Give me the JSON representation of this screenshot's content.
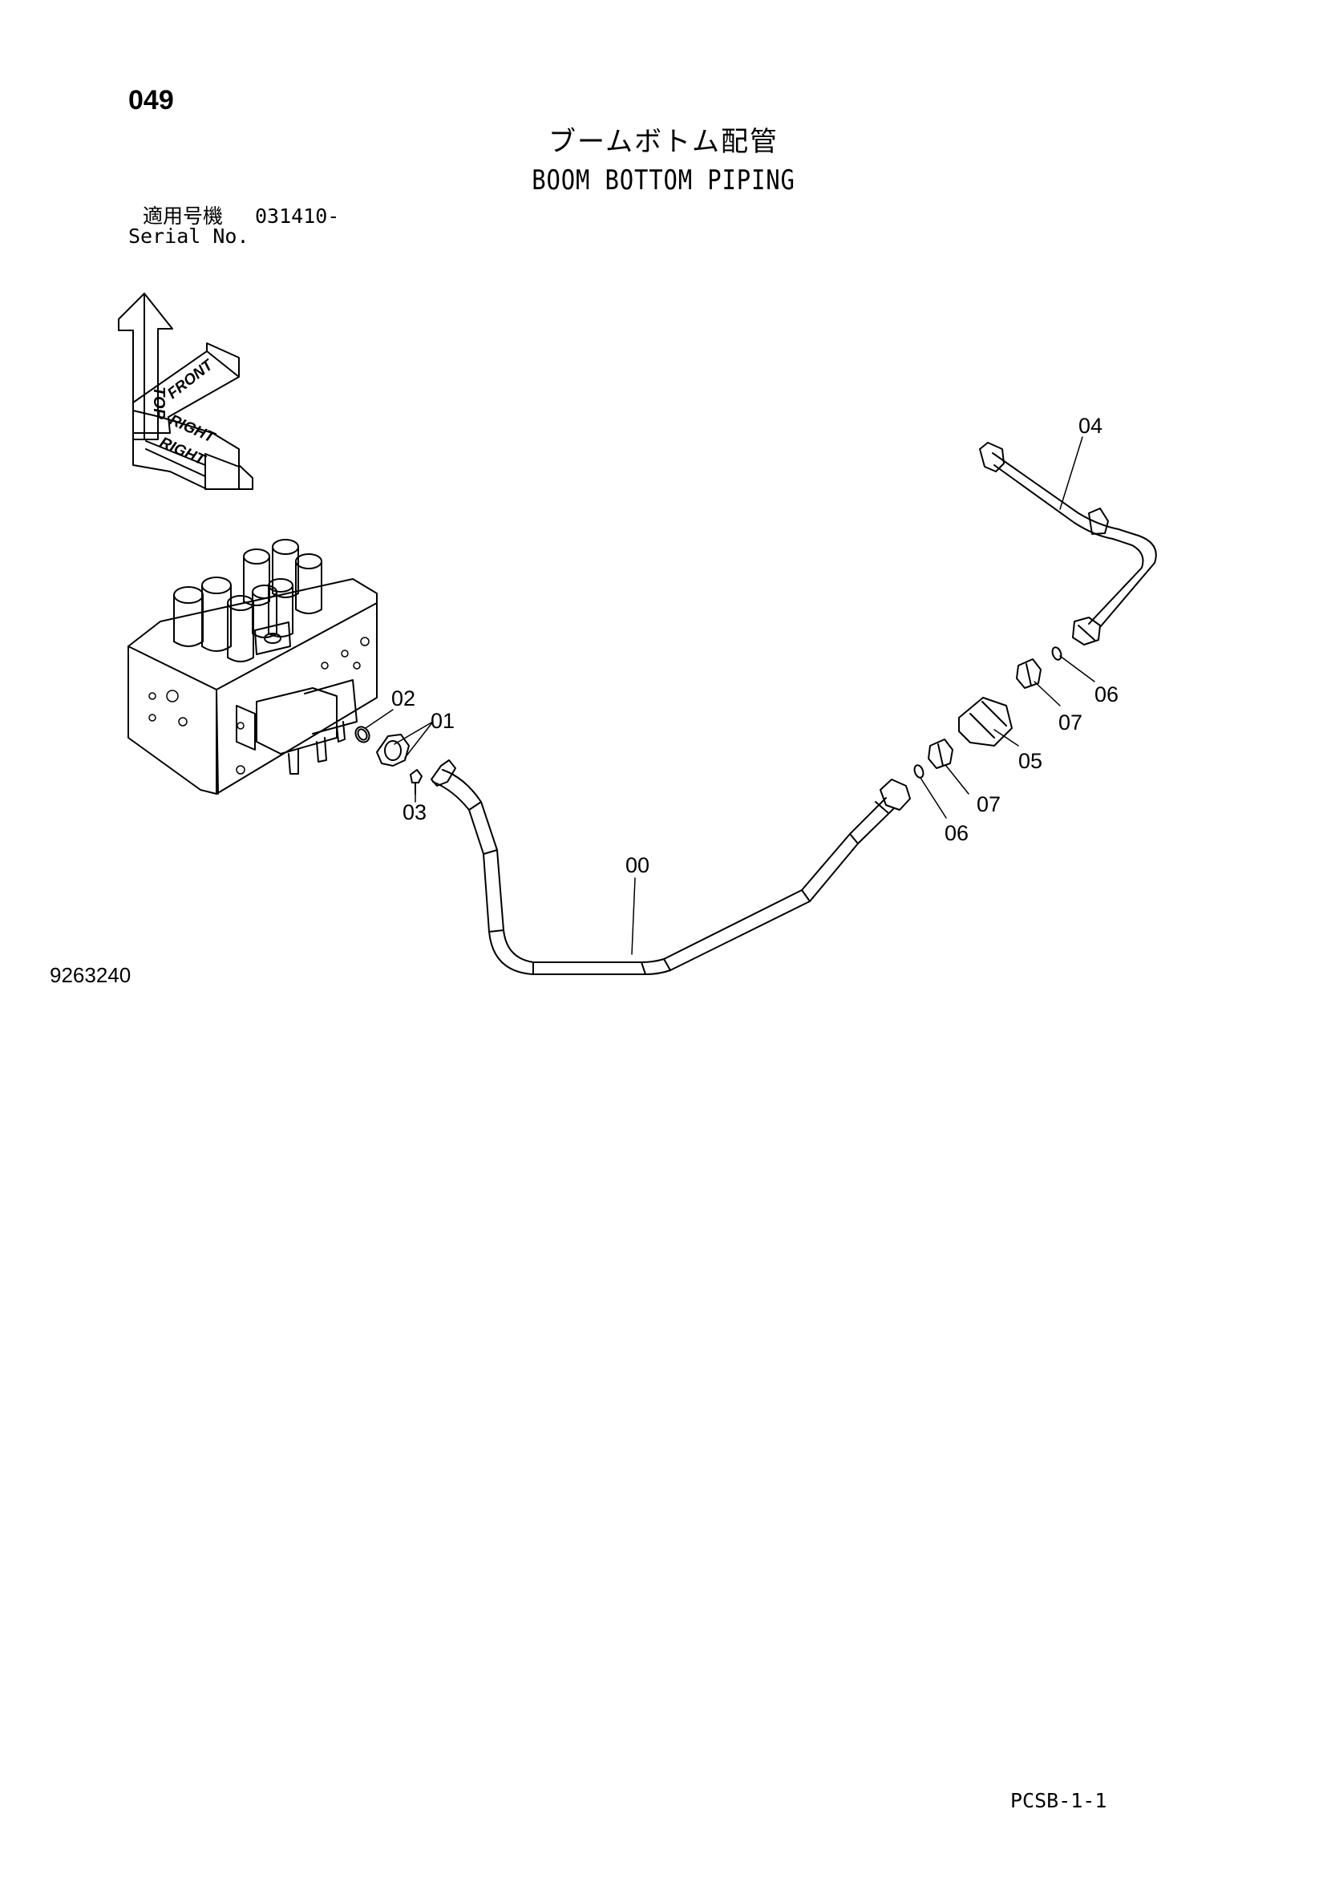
{
  "header": {
    "page_number": "049",
    "title_jp": "ブームボトム配管",
    "title_en": "BOOM BOTTOM PIPING",
    "serial_label_jp": "適用号機",
    "serial_value": "031410-",
    "serial_label_en": "Serial No."
  },
  "orientation": {
    "top": "TOP",
    "front": "FRONT",
    "right": "RIGHT"
  },
  "callouts": {
    "c00": "00",
    "c01": "01",
    "c02": "02",
    "c03": "03",
    "c04": "04",
    "c05": "05",
    "c06a": "06",
    "c06b": "06",
    "c07a": "07",
    "c07b": "07"
  },
  "footer": {
    "drawing_number": "9263240",
    "sheet_code": "PCSB-1-1"
  }
}
